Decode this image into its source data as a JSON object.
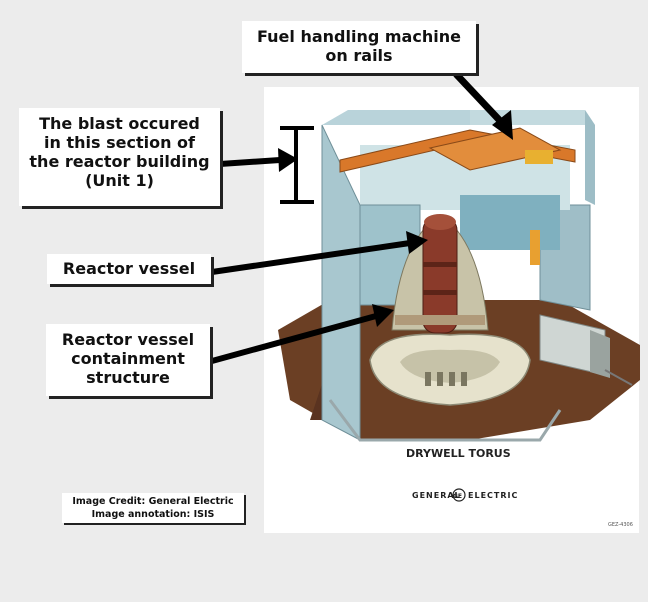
{
  "labels": {
    "fuel_handling": [
      "Fuel handling machine",
      "on rails"
    ],
    "blast": [
      "The blast occured",
      "in this section of",
      "the reactor building",
      "(Unit 1)"
    ],
    "reactor_vessel": [
      "Reactor vessel"
    ],
    "containment": [
      "Reactor vessel",
      "containment",
      "structure"
    ]
  },
  "diagram": {
    "torus_caption": "DRYWELL TORUS",
    "brand_left": "GENERAL",
    "brand_right": "ELECTRIC",
    "brand_logo": "GE",
    "figure_code": "GEZ-4306"
  },
  "credit": {
    "line1": "Image Credit:  General Electric",
    "line2": "Image annotation: ISIS"
  },
  "colors": {
    "page_bg": "#ececec",
    "panel_bg": "#ffffff",
    "building_teal": "#8fb9c4",
    "crane_orange": "#d9782a",
    "vessel_brown": "#8a3a2a",
    "ground_brown": "#6b3f24",
    "torus_cream": "#e6e2cc",
    "arrow": "#000000"
  }
}
